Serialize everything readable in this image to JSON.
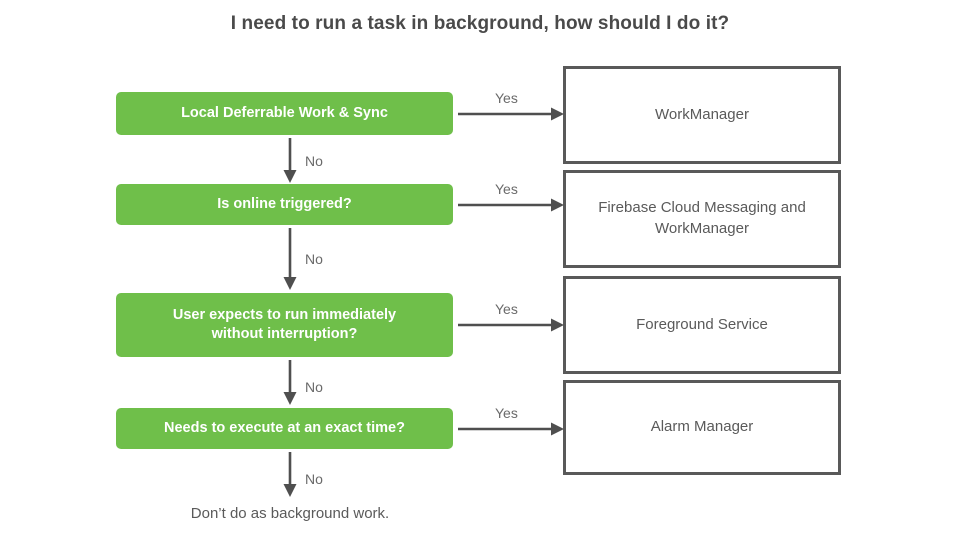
{
  "title": "I need to run a task in background, how should I do it?",
  "colors": {
    "decision_fill": "#6fbf4a",
    "decision_text": "#ffffff",
    "outcome_border": "#595959",
    "outcome_text": "#5a5a5a",
    "arrow": "#4f4f4f",
    "label_text": "#6a6a6a",
    "title_text": "#4a4a4a",
    "background": "#ffffff"
  },
  "decisions": [
    {
      "id": "local-deferrable-work-and-sync",
      "lines": [
        "Local Deferrable Work & Sync"
      ]
    },
    {
      "id": "is-online-triggered",
      "lines": [
        "Is online triggered?"
      ]
    },
    {
      "id": "user-expects-immediate",
      "lines": [
        "User expects to run immediately",
        "without interruption?"
      ]
    },
    {
      "id": "needs-exact-time",
      "lines": [
        "Needs to execute at an exact time?"
      ]
    }
  ],
  "outcomes": [
    {
      "id": "workmanager",
      "lines": [
        "WorkManager"
      ]
    },
    {
      "id": "firebase-cloud-messaging-and-workmanager",
      "lines": [
        "Firebase Cloud Messaging and",
        "WorkManager"
      ]
    },
    {
      "id": "foreground-service",
      "lines": [
        "Foreground Service"
      ]
    },
    {
      "id": "alarm-manager",
      "lines": [
        "Alarm Manager"
      ]
    }
  ],
  "edge_labels": {
    "yes": "Yes",
    "no": "No"
  },
  "terminal": "Don’t do as background work.",
  "chart_data": {
    "type": "diagram",
    "diagram_type": "flowchart",
    "title": "I need to run a task in background, how should I do it?",
    "nodes": [
      {
        "id": "d1",
        "kind": "decision",
        "text": "Local Deferrable Work & Sync"
      },
      {
        "id": "d2",
        "kind": "decision",
        "text": "Is online triggered?"
      },
      {
        "id": "d3",
        "kind": "decision",
        "text": "User expects to run immediately without interruption?"
      },
      {
        "id": "d4",
        "kind": "decision",
        "text": "Needs to execute at an exact time?"
      },
      {
        "id": "o1",
        "kind": "outcome",
        "text": "WorkManager"
      },
      {
        "id": "o2",
        "kind": "outcome",
        "text": "Firebase Cloud Messaging and WorkManager"
      },
      {
        "id": "o3",
        "kind": "outcome",
        "text": "Foreground Service"
      },
      {
        "id": "o4",
        "kind": "outcome",
        "text": "Alarm Manager"
      },
      {
        "id": "t1",
        "kind": "terminal",
        "text": "Don’t do as background work."
      }
    ],
    "edges": [
      {
        "from": "d1",
        "to": "o1",
        "label": "Yes"
      },
      {
        "from": "d1",
        "to": "d2",
        "label": "No"
      },
      {
        "from": "d2",
        "to": "o2",
        "label": "Yes"
      },
      {
        "from": "d2",
        "to": "d3",
        "label": "No"
      },
      {
        "from": "d3",
        "to": "o3",
        "label": "Yes"
      },
      {
        "from": "d3",
        "to": "d4",
        "label": "No"
      },
      {
        "from": "d4",
        "to": "o4",
        "label": "Yes"
      },
      {
        "from": "d4",
        "to": "t1",
        "label": "No"
      }
    ]
  }
}
